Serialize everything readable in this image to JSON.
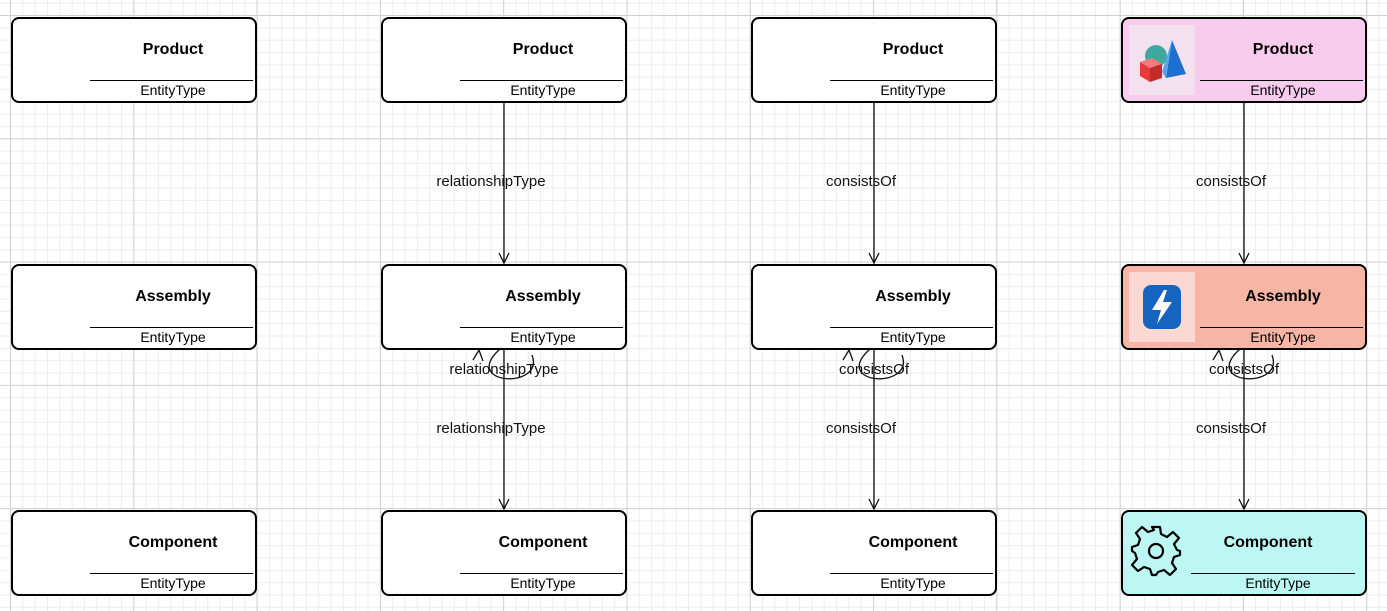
{
  "columns": [
    {
      "nodes": [
        {
          "title": "Product",
          "subtitle": "EntityType"
        },
        {
          "title": "Assembly",
          "subtitle": "EntityType"
        },
        {
          "title": "Component",
          "subtitle": "EntityType"
        }
      ],
      "edges": {
        "top": "",
        "self": "",
        "bottom": ""
      }
    },
    {
      "nodes": [
        {
          "title": "Product",
          "subtitle": "EntityType"
        },
        {
          "title": "Assembly",
          "subtitle": "EntityType"
        },
        {
          "title": "Component",
          "subtitle": "EntityType"
        }
      ],
      "edges": {
        "top": "relationshipType",
        "self": "relationshipType",
        "bottom": "relationshipType"
      }
    },
    {
      "nodes": [
        {
          "title": "Product",
          "subtitle": "EntityType"
        },
        {
          "title": "Assembly",
          "subtitle": "EntityType"
        },
        {
          "title": "Component",
          "subtitle": "EntityType"
        }
      ],
      "edges": {
        "top": "consistsOf",
        "self": "consistsOf",
        "bottom": "consistsOf"
      }
    },
    {
      "nodes": [
        {
          "title": "Product",
          "subtitle": "EntityType",
          "icon": "shapes-icon",
          "fill": "#f8ccef"
        },
        {
          "title": "Assembly",
          "subtitle": "EntityType",
          "icon": "lightning-icon",
          "fill": "#f6b5a5"
        },
        {
          "title": "Component",
          "subtitle": "EntityType",
          "icon": "gear-icon",
          "fill": "#bcf7f3"
        }
      ],
      "edges": {
        "top": "consistsOf",
        "self": "consistsOf",
        "bottom": "consistsOf"
      }
    }
  ]
}
